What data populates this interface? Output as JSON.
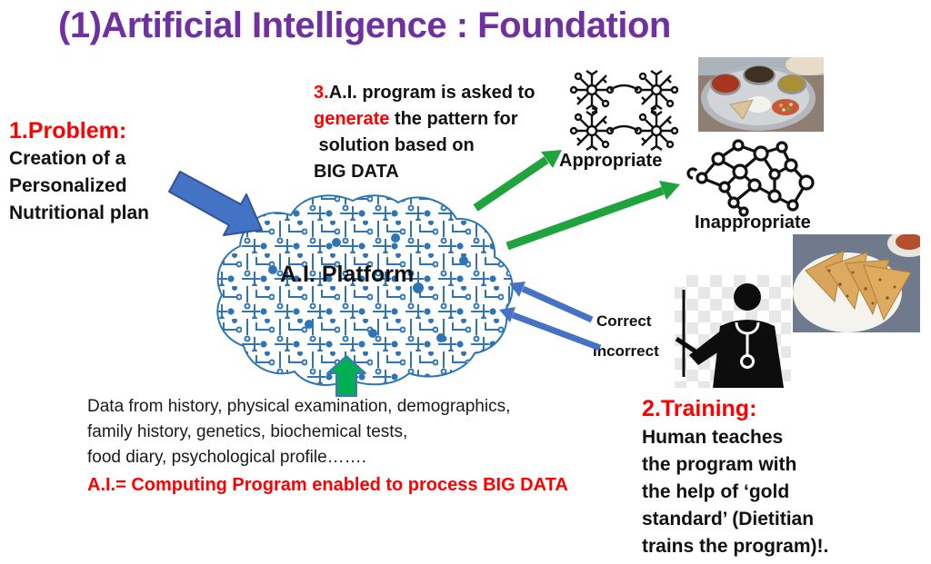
{
  "slide": {
    "title": "(1)Artificial Intelligence : Foundation",
    "problem": {
      "heading": "1.Problem:",
      "lines": [
        "Creation of a",
        "Personalized",
        "Nutritional plan"
      ]
    },
    "generation": {
      "num": "3.",
      "line1_rest": "A.I. program is asked to",
      "line2_red": "generate",
      "line2_rest": " the pattern for",
      "line3": " solution based on",
      "line4": "BIG DATA"
    },
    "platform": {
      "label": "A.I. Platform"
    },
    "outputs": {
      "appropriate": "Appropriate",
      "inappropriate": "Inappropriate"
    },
    "feedback": {
      "correct": "Correct",
      "incorrect": "Incorrect"
    },
    "training": {
      "heading": "2.Training:",
      "lines": [
        "Human teaches",
        "the program with",
        "the help of ‘gold",
        "standard’ (Dietitian",
        "trains the program)!."
      ]
    },
    "big_data": {
      "lines": [
        "Data from history, physical examination, demographics,",
        "family history, genetics, biochemical tests,",
        "food diary, psychological profile……."
      ],
      "definition": "A.I.= Computing Program enabled to process BIG DATA"
    },
    "icons": {
      "brain": "circuit-brain",
      "appropriate_pattern": "regular-neuron-network",
      "inappropriate_pattern": "irregular-node-graph",
      "thali": "indian-thali-meal-photo",
      "paratha": "paratha-plate-photo",
      "dietitian": "dietitian-pointing-silhouette"
    },
    "colors": {
      "title_purple": "#7030A0",
      "accent_red": "#FF0000",
      "arrow_blue": "#4472C4",
      "arrow_blue_dark": "#2F5597",
      "arrow_green": "#1FA33C",
      "up_arrow_green": "#00B050",
      "brain_blue": "#2E75B6"
    }
  }
}
